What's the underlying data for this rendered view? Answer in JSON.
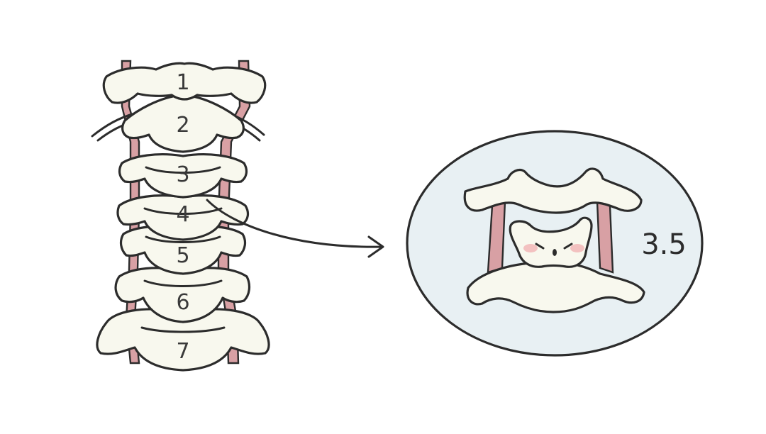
{
  "spine": {
    "vertebrae": [
      {
        "label": "1"
      },
      {
        "label": "2"
      },
      {
        "label": "3"
      },
      {
        "label": "4"
      },
      {
        "label": "5"
      },
      {
        "label": "6"
      },
      {
        "label": "7"
      }
    ]
  },
  "zoom": {
    "label": "3.5"
  },
  "colors": {
    "bone_fill": "#f8f8ee",
    "outline": "#2c2c2c",
    "artery": "#d8a0a4",
    "circle_bg": "#e8f0f3",
    "blush": "#f2b7b7"
  },
  "icons": {
    "face": "cute-vertebra-face-icon",
    "arrow": "arrow-right-icon"
  }
}
